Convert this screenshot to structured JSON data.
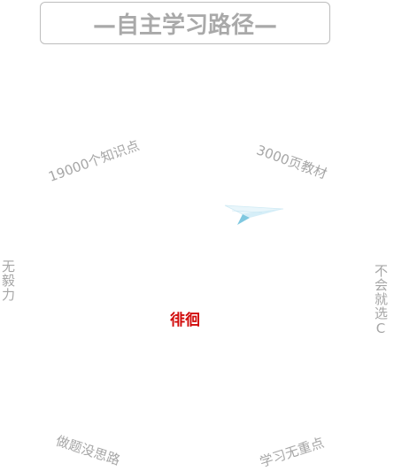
{
  "title": "—自主学习路径—",
  "labels": {
    "knowledge_points": "19000个知识点",
    "textbook_pages": "3000页教材",
    "no_perseverance": "无毅力",
    "wont_choose": "不会就选C",
    "do_problems": "做题没思路",
    "no_focus": "学习无重点"
  },
  "center_word": "徘徊",
  "colors": {
    "label_gray": "#a6a6a6",
    "accent_red": "#d10a0a",
    "plane_blue": "#7fc8e0"
  },
  "icons": {
    "plane": "paper-plane-icon"
  }
}
